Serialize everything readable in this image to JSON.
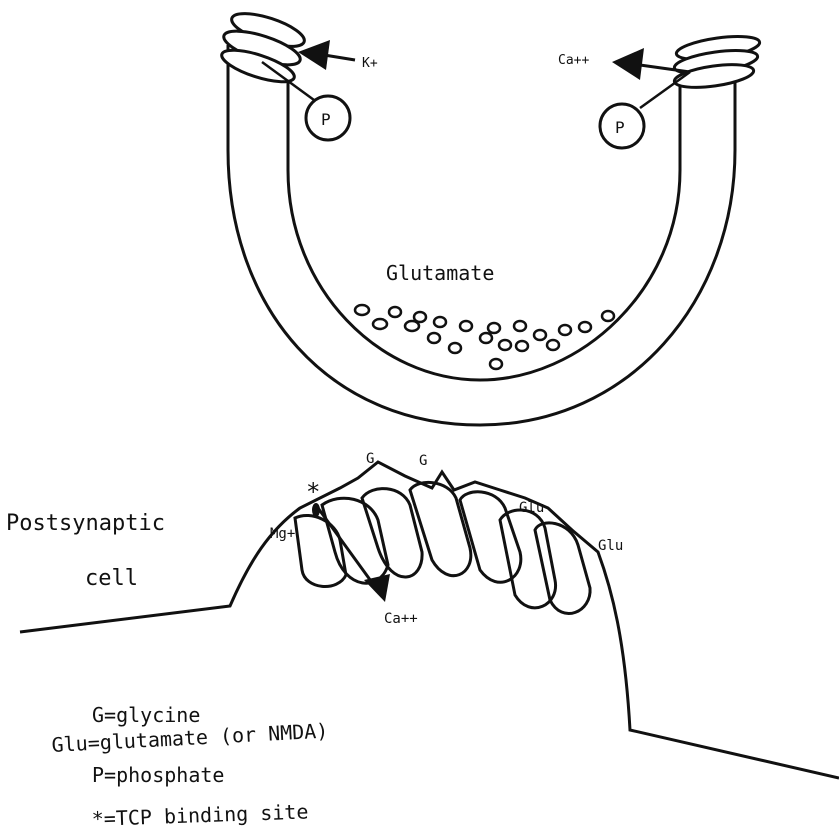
{
  "labels": {
    "k_ion": "K+",
    "ca_ion_top": "Ca++",
    "p_left": "P",
    "p_right": "P",
    "glutamate_vesicles": "Glutamate",
    "postsynaptic_line1": "Postsynaptic",
    "postsynaptic_line2": "cell",
    "g1": "G",
    "g2": "G",
    "glu1": "Glu",
    "glu2": "Glu",
    "mg": "Mg+",
    "star": "*",
    "ca_ion_bottom": "Ca++"
  },
  "legend": [
    "G=glycine",
    "Glu=glutamate (or NMDA)",
    "P=phosphate",
    "*=TCP binding site"
  ]
}
